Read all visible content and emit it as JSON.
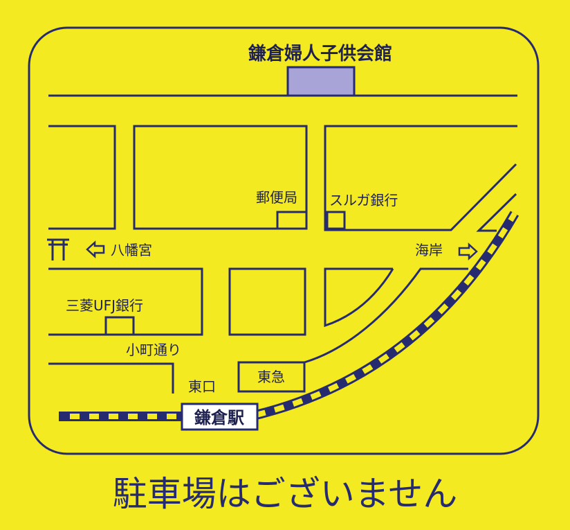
{
  "colors": {
    "background": "#f4ea22",
    "line": "#262a6e",
    "building": "#a9a4d8",
    "station_box": "#ffffff"
  },
  "map": {
    "destination": "鎌倉婦人子供会館",
    "landmarks": {
      "post_office": "郵便局",
      "suruga_bank": "スルガ銀行",
      "hachimangu": "八幡宮",
      "kaigan": "海岸",
      "mufg_bank": "三菱UFJ銀行",
      "komachi_dori": "小町通り",
      "tokyu": "東急",
      "east_exit": "東口",
      "station": "鎌倉駅"
    },
    "icons": {
      "shrine": "torii-icon",
      "left": "arrow-left-icon",
      "right": "arrow-right-icon"
    }
  },
  "notice": "駐車場はございません"
}
